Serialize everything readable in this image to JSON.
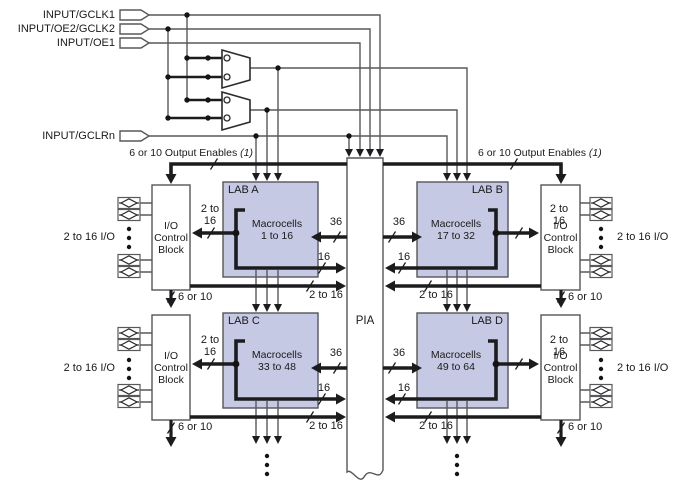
{
  "inputs": {
    "gclk1": "INPUT/GCLK1",
    "oe2gclk2": "INPUT/OE2/GCLK2",
    "oe1": "INPUT/OE1",
    "gclrn": "INPUT/GCLRn"
  },
  "oe_bus": {
    "label": "6 or 10 Output Enables",
    "note": "(1)"
  },
  "pia": {
    "label": "PIA"
  },
  "labs": {
    "a": {
      "name": "LAB A",
      "mc_line1": "Macrocells",
      "mc_line2": "1 to 16"
    },
    "b": {
      "name": "LAB B",
      "mc_line1": "Macrocells",
      "mc_line2": "17 to 32"
    },
    "c": {
      "name": "LAB C",
      "mc_line1": "Macrocells",
      "mc_line2": "33 to 48"
    },
    "d": {
      "name": "LAB D",
      "mc_line1": "Macrocells",
      "mc_line2": "49 to 64"
    }
  },
  "io_block": {
    "line1": "I/O",
    "line2": "Control",
    "line3": "Block"
  },
  "bus_labels": {
    "b36": "36",
    "b16": "16",
    "b2to16": "2 to 16",
    "b2to": "2 to",
    "b16w": "16",
    "b6or10": "6 or 10",
    "io_pins": "2 to 16 I/O"
  },
  "colors": {
    "lab_fill": "#c6c9e3",
    "wire": "#58595b",
    "bus": "#1c1c1e"
  }
}
